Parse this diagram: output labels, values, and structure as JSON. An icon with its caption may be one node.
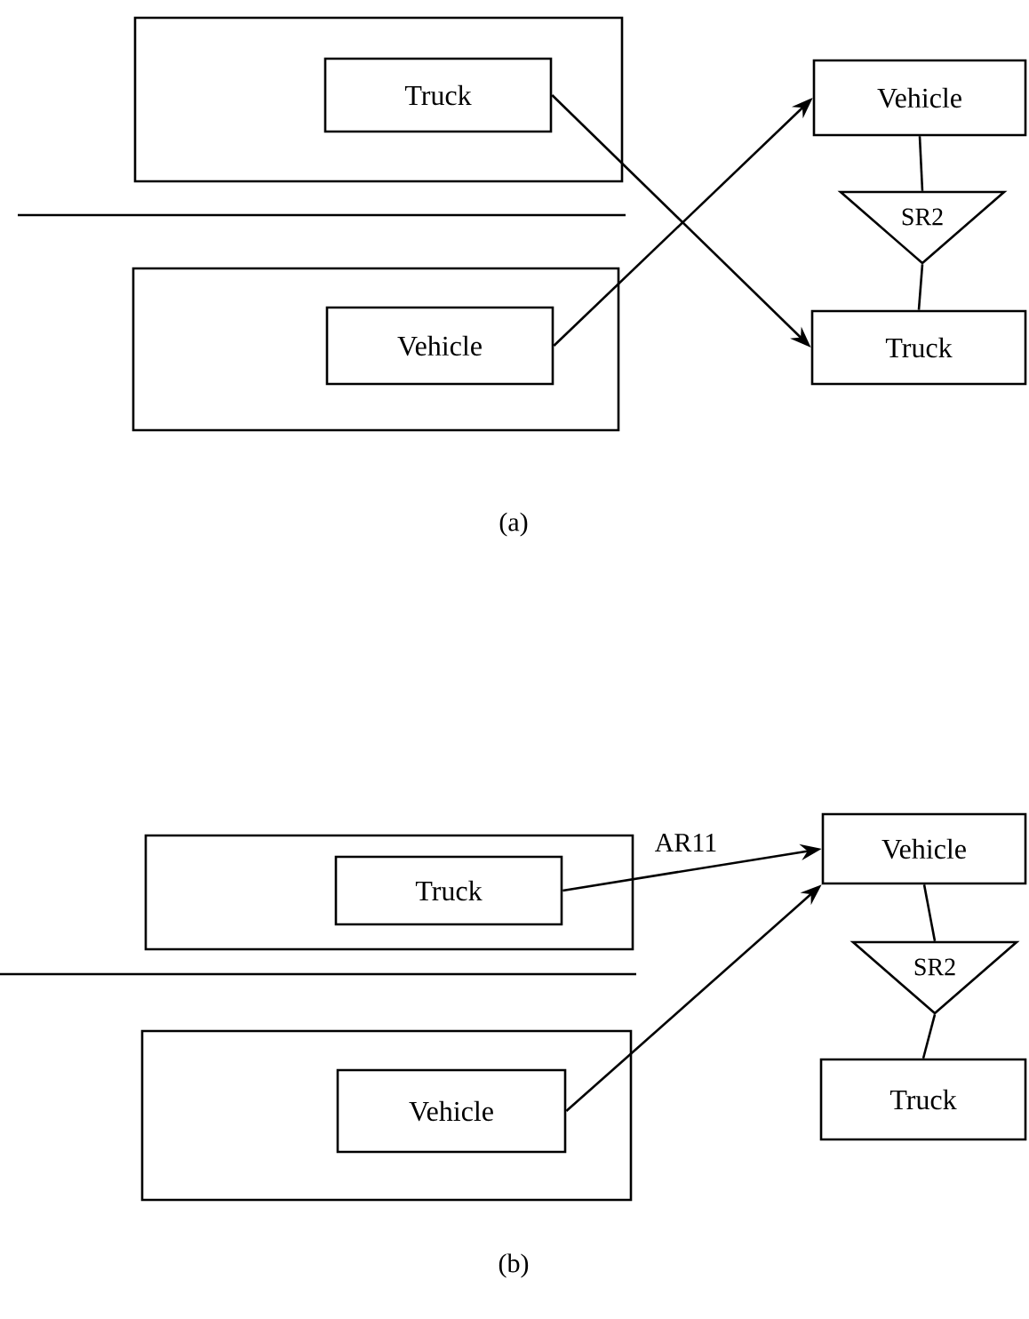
{
  "diagram": {
    "nodes": [
      {
        "text": [],
        "shape": "box"
      },
      {
        "text": [
          "Truck"
        ],
        "in": 0
      },
      {
        "text": [],
        "shape": "box"
      },
      {
        "text": [
          "Vehicle"
        ],
        "in": 2
      },
      {
        "text": [
          "Vehicle"
        ]
      },
      {
        "text": [
          "SR2"
        ]
      },
      {
        "text": [
          "Truck"
        ]
      },
      {
        "text": [],
        "shape": "box"
      },
      {
        "text": [
          "Truck"
        ],
        "in": 7
      },
      {
        "text": [],
        "shape": "box"
      },
      {
        "text": [
          "Vehicle"
        ],
        "in": 9
      },
      {
        "text": [
          "Vehicle"
        ]
      },
      {
        "text": [
          "SR2"
        ]
      },
      {
        "text": [
          "Truck"
        ]
      }
    ],
    "edges": [
      {
        "from": 1,
        "to": 6,
        "arrow": "to"
      },
      {
        "from": 3,
        "to": 4,
        "arrow": "to"
      },
      {
        "from": 4,
        "to": 5,
        "arrow": "none"
      },
      {
        "from": 5,
        "to": 6,
        "arrow": "none"
      },
      {
        "from": 8,
        "to": 11,
        "arrow": "to",
        "label": "AR11"
      },
      {
        "from": 10,
        "to": 11,
        "arrow": "to"
      },
      {
        "from": 11,
        "to": 12,
        "arrow": "none"
      },
      {
        "from": 12,
        "to": 13,
        "arrow": "none"
      }
    ],
    "labels": [
      "(a)",
      "(b)"
    ]
  }
}
